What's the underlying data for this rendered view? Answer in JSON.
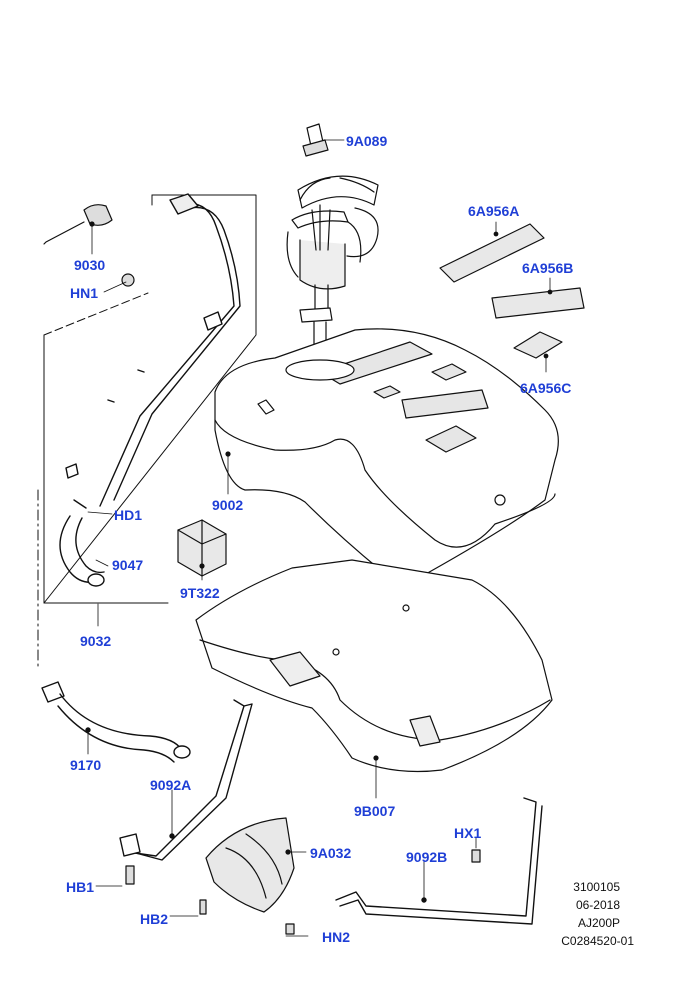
{
  "colors": {
    "label": "#1f3fd6",
    "line": "#111111"
  },
  "labels": {
    "l9A089": "9A089",
    "l6A956A": "6A956A",
    "l6A956B": "6A956B",
    "l6A956C": "6A956C",
    "l9030": "9030",
    "lHN1": "HN1",
    "l9002": "9002",
    "lHD1": "HD1",
    "l9047": "9047",
    "l9T322": "9T322",
    "l9032": "9032",
    "l9170": "9170",
    "l9092A": "9092A",
    "l9B007": "9B007",
    "l9A032": "9A032",
    "lHX1": "HX1",
    "l9092B": "9092B",
    "lHB1": "HB1",
    "lHB2": "HB2",
    "lHN2": "HN2"
  },
  "codes": {
    "ref": "3100105",
    "date": "06-2018",
    "model": "AJ200P",
    "drawing": "C0284520-01"
  }
}
